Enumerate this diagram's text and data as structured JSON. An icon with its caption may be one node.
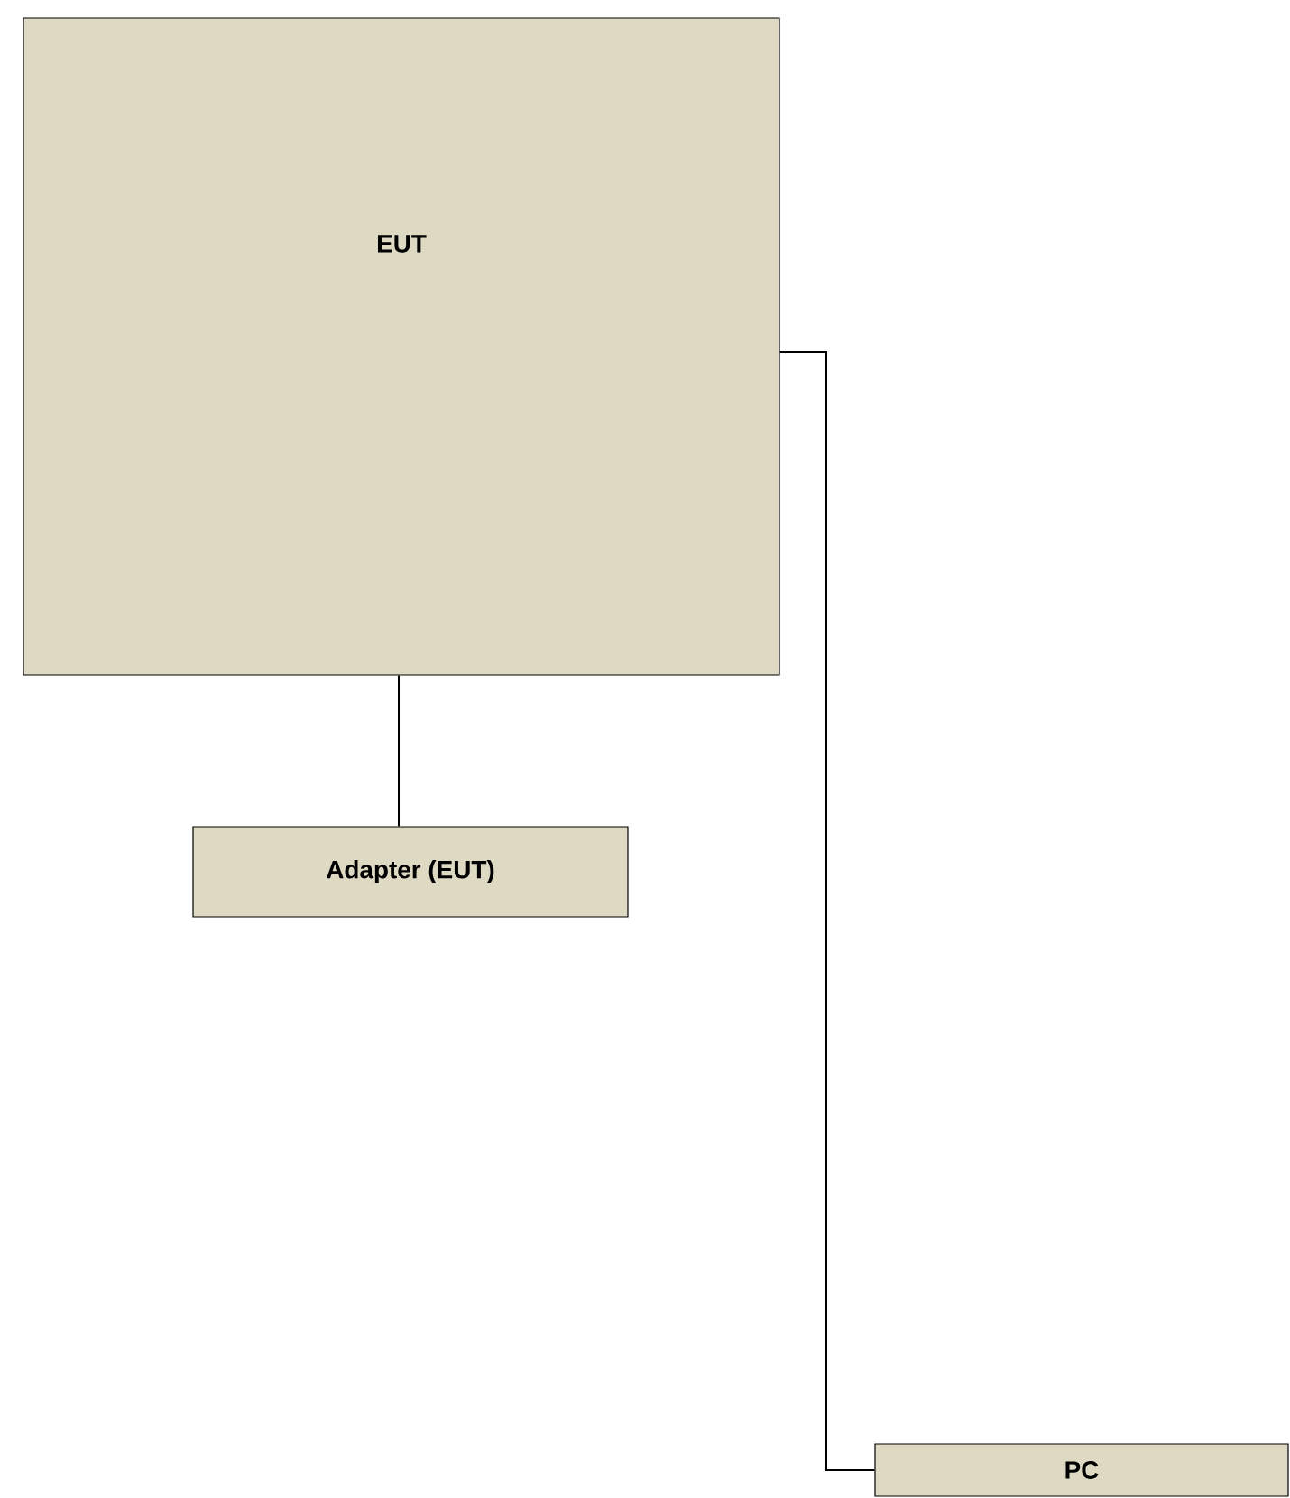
{
  "diagram": {
    "nodes": [
      {
        "text": [
          "EUT"
        ]
      },
      {
        "text": [
          "Adapter (EUT)"
        ]
      },
      {
        "text": [
          "PC"
        ]
      }
    ],
    "edges": [
      {
        "from": 0,
        "to": 1,
        "arrow": "none"
      },
      {
        "from": 0,
        "to": 2,
        "arrow": "none"
      }
    ]
  }
}
